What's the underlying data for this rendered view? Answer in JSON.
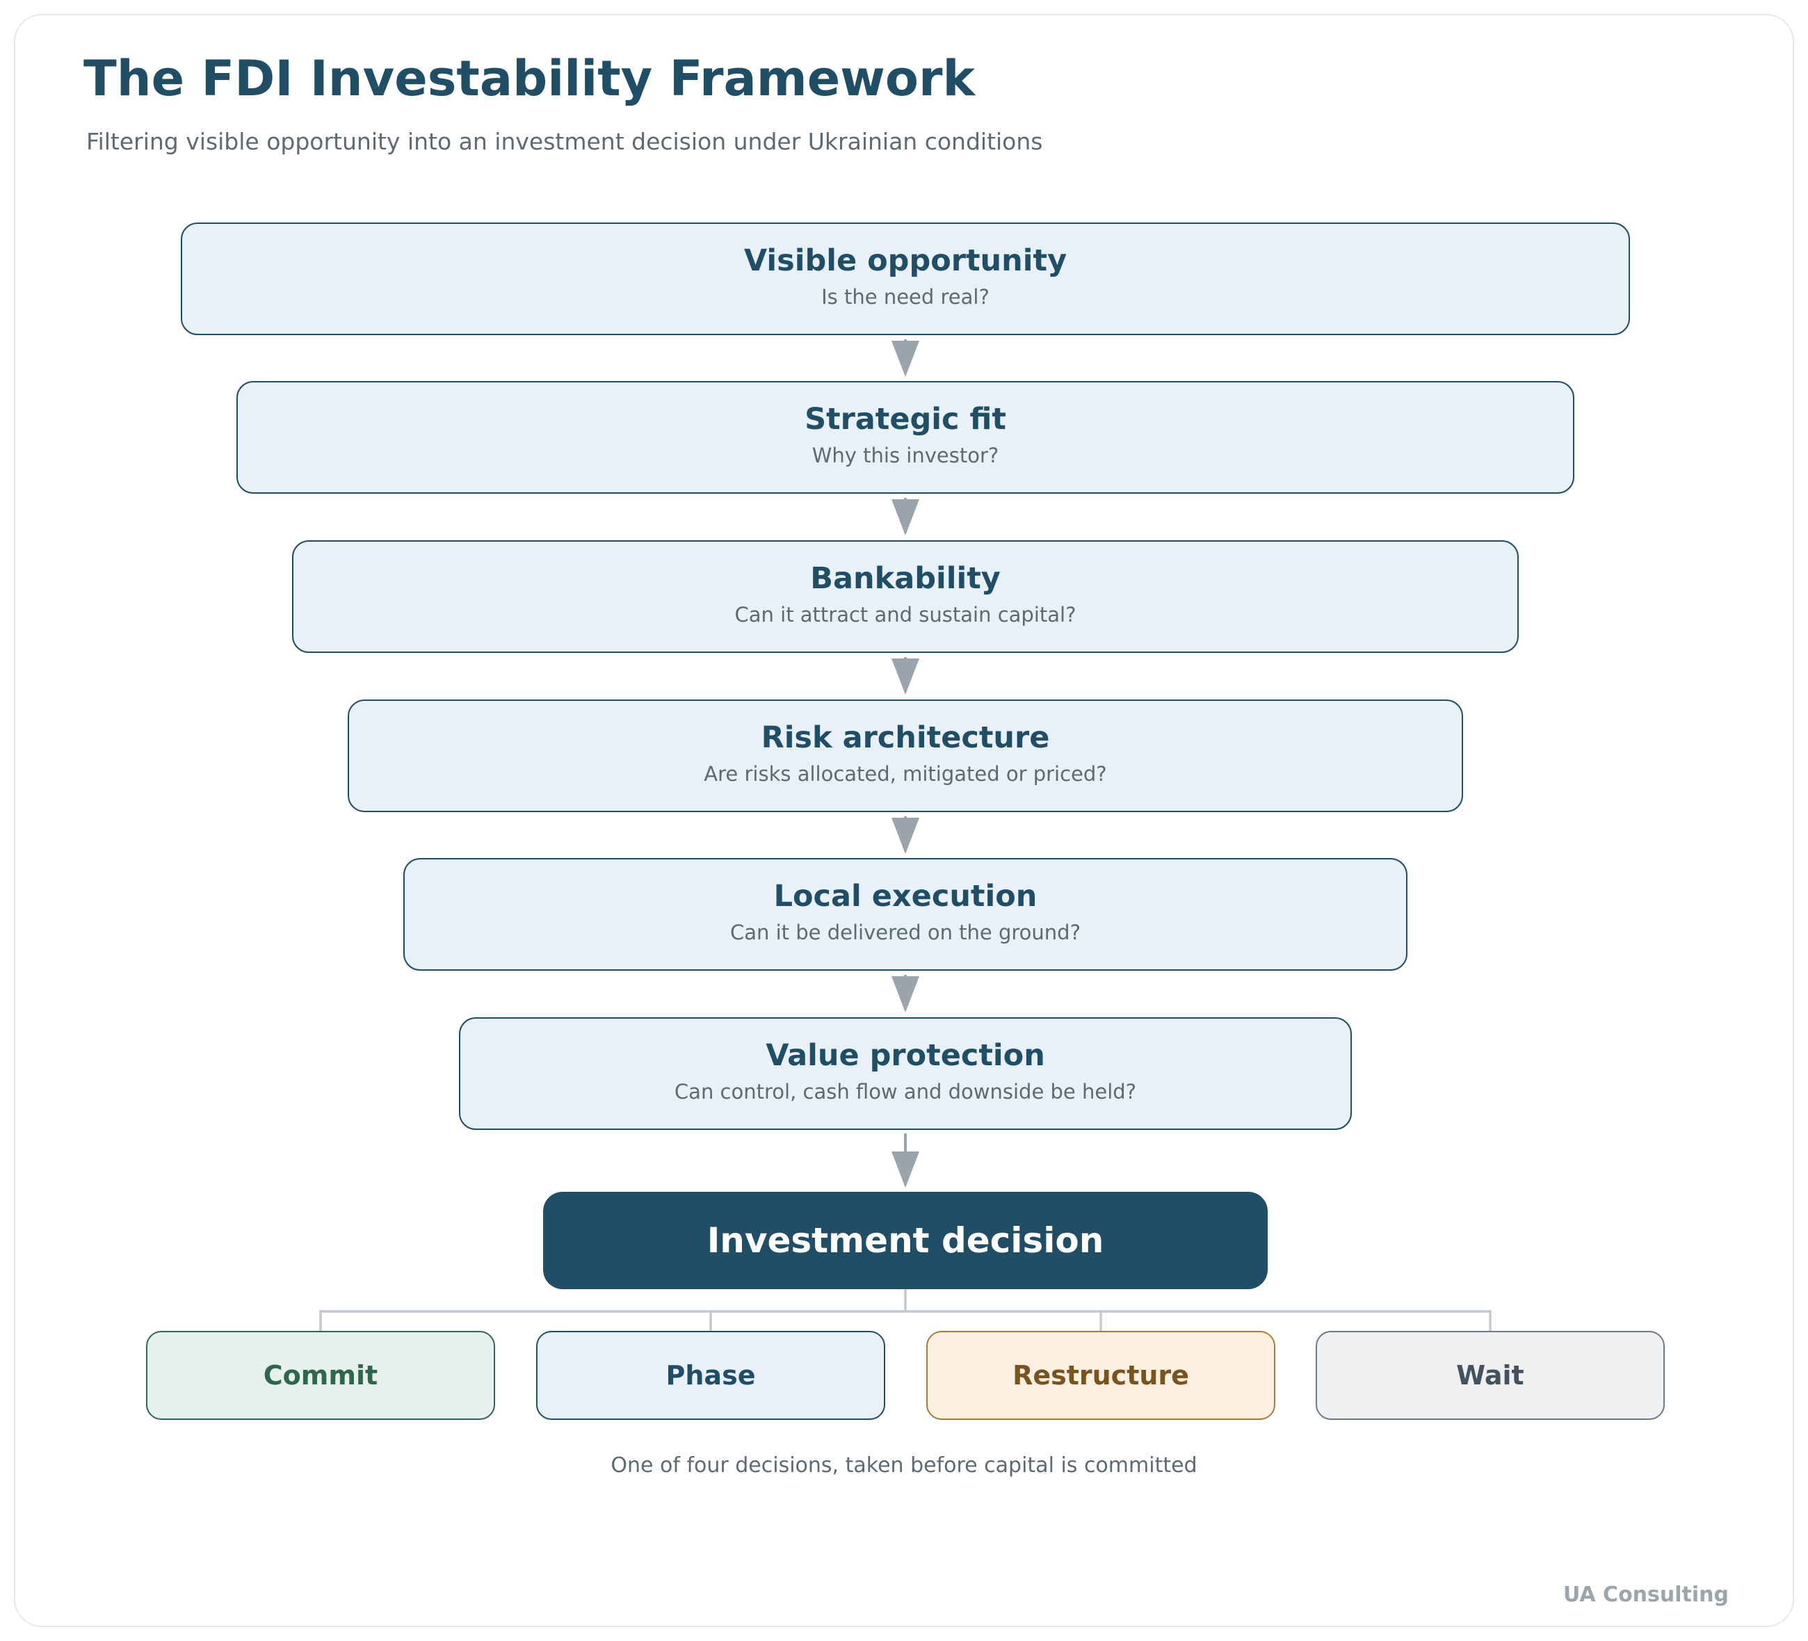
{
  "header": {
    "title": "The FDI Investability Framework",
    "subtitle": "Filtering visible opportunity into an investment decision under Ukrainian conditions"
  },
  "stages": [
    {
      "name": "Visible opportunity",
      "question": "Is the need real?"
    },
    {
      "name": "Strategic fit",
      "question": "Why this investor?"
    },
    {
      "name": "Bankability",
      "question": "Can it attract and sustain capital?"
    },
    {
      "name": "Risk architecture",
      "question": "Are risks allocated, mitigated or priced?"
    },
    {
      "name": "Local execution",
      "question": "Can it be delivered on the ground?"
    },
    {
      "name": "Value protection",
      "question": "Can control, cash flow and downside be held?"
    }
  ],
  "decision": {
    "label": "Investment decision"
  },
  "outcomes": [
    {
      "label": "Commit",
      "text_color": "#2e6650",
      "fill": "#e7f1ec",
      "border": "#2e6650"
    },
    {
      "label": "Phase",
      "text_color": "#1f4e66",
      "fill": "#e8f1f7",
      "border": "#1f4e66"
    },
    {
      "label": "Restructure",
      "text_color": "#7a5420",
      "fill": "#fcf1e0",
      "border": "#a67c3a"
    },
    {
      "label": "Wait",
      "text_color": "#44525f",
      "fill": "#eef0f2",
      "border": "#6f7a84"
    }
  ],
  "caption": "One of four decisions, taken before capital is committed",
  "brand": "UA Consulting",
  "colors": {
    "primary": "#1f4e66",
    "stage_fill": "#e8f1f7",
    "arrow": "#99a4ac",
    "connector": "#c4c9cd"
  }
}
